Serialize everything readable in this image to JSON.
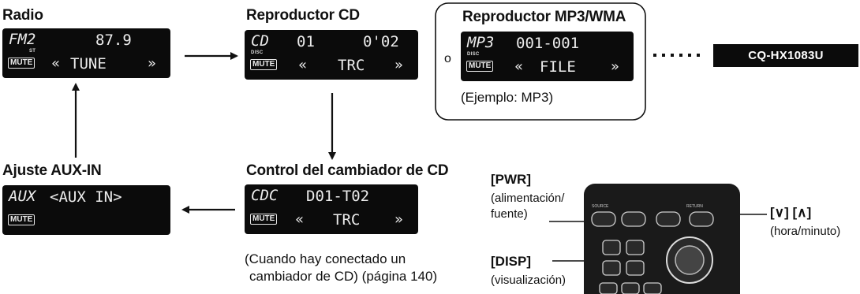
{
  "radio": {
    "heading": "Radio",
    "lcd_mode": "FM2",
    "lcd_sub": "ST",
    "lcd_value": "87.9",
    "mute": "MUTE",
    "function": "TUNE"
  },
  "cd": {
    "heading": "Reproductor CD",
    "lcd_mode": "CD",
    "lcd_sub": "DISC",
    "lcd_track": "01",
    "lcd_time": "0'02",
    "mute": "MUTE",
    "function": "TRC"
  },
  "mp3": {
    "heading": "Reproductor MP3/WMA",
    "or_label": "o",
    "lcd_mode": "MP3",
    "lcd_sub": "DISC",
    "lcd_value": "001-001",
    "mute": "MUTE",
    "function": "FILE",
    "note": "(Ejemplo: MP3)"
  },
  "model": "CQ-HX1083U",
  "aux": {
    "heading": "Ajuste AUX-IN",
    "lcd_mode": "AUX",
    "lcd_value": "<AUX IN>",
    "mute": "MUTE"
  },
  "changer": {
    "heading": "Control del cambiador de CD",
    "lcd_mode": "CDC",
    "lcd_value": "D01-T02",
    "mute": "MUTE",
    "function": "TRC",
    "note_line1": "(Cuando hay conectado un",
    "note_line2": "cambiador de CD) (página 140)"
  },
  "panel": {
    "pwr_label": "[PWR]",
    "pwr_desc1": "(alimentación/",
    "pwr_desc2": "fuente)",
    "disp_label": "[DISP]",
    "disp_desc": "(visualización)",
    "arrows_label": "[∨] [∧]",
    "arrows_desc": "(hora/minuto)"
  }
}
